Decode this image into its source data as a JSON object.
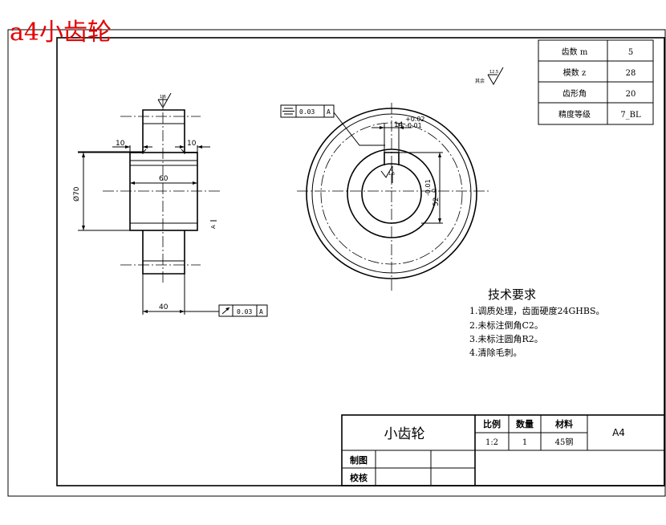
{
  "corner_title": "a4小齿轮",
  "param_table": [
    {
      "label": "齿数 m",
      "value": "5"
    },
    {
      "label": "模数 z",
      "value": "28"
    },
    {
      "label": "齿形角",
      "value": "20"
    },
    {
      "label": "精度等级",
      "value": "7_BL"
    }
  ],
  "roughness_general": {
    "prefix": "其余",
    "value": "12.5"
  },
  "side_view": {
    "roughness_top": "1.6",
    "dim_left_10": "10",
    "dim_right_10": "10",
    "dim_60": "60",
    "dim_dia70": "Ø70",
    "dim_40": "40",
    "datum_label": "A",
    "runout_tolerance": "0.03",
    "runout_datum": "A"
  },
  "front_view": {
    "symmetry_tolerance": "0.03",
    "symmetry_datum": "A",
    "key_width_dim": "14",
    "key_width_upper": "+0.02",
    "key_width_lower": "-0.01",
    "key_depth_dim": "52",
    "key_depth_upper": "0",
    "key_depth_lower": "-0.01",
    "bore_roughness": "1.6"
  },
  "tech_requirements": {
    "title": "技术要求",
    "items": [
      "1.调质处理，齿面硬度24GHBS。",
      "2.未标注倒角C2。",
      "3.未标注圆角R2。",
      "4.清除毛刺。"
    ]
  },
  "title_block": {
    "part_name": "小齿轮",
    "scale_label": "比例",
    "scale_value": "1:2",
    "qty_label": "数量",
    "qty_value": "1",
    "material_label": "材料",
    "material_value": "45钢",
    "sheet_size": "A4",
    "drawn_label": "制图",
    "checked_label": "校核"
  }
}
